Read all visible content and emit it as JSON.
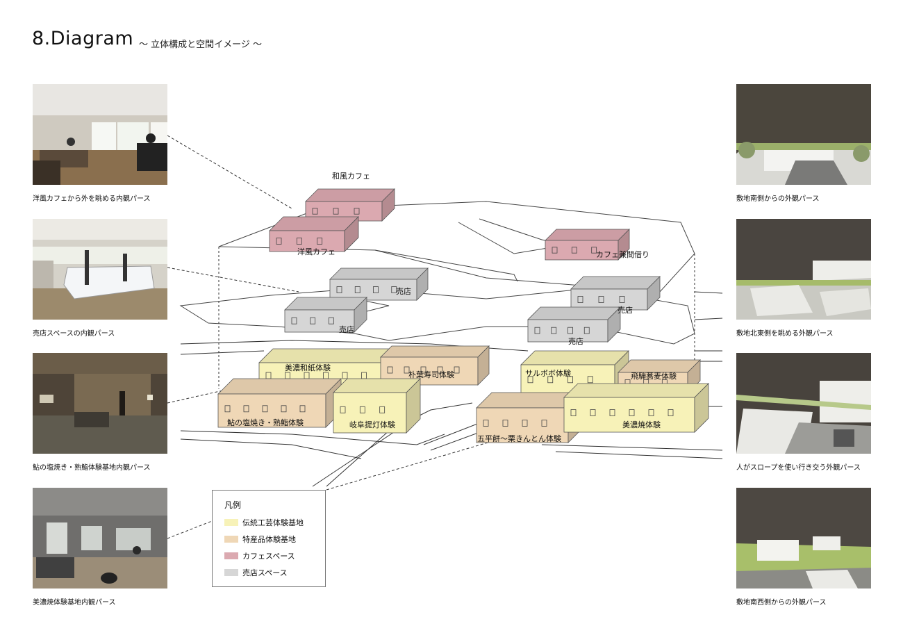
{
  "header": {
    "title": "8.Diagram",
    "subtitle": "～ 立体構成と空間イメージ ～"
  },
  "left_photos": [
    {
      "caption": "洋風カフェから外を眺める内観パース"
    },
    {
      "caption": "売店スペースの内観パース"
    },
    {
      "caption": "鮎の塩焼き・熟鮨体験基地内観パース"
    },
    {
      "caption": "美濃焼体験基地内観パース"
    }
  ],
  "right_photos": [
    {
      "caption": "敷地南側からの外観パース"
    },
    {
      "caption": "敷地北東側を眺める外観パース"
    },
    {
      "caption": "人がスロープを使い行き交う外観パース"
    },
    {
      "caption": "敷地南西側からの外観パース"
    }
  ],
  "buildings": {
    "wafu_cafe": "和風カフェ",
    "yofu_cafe": "洋風カフェ",
    "cafe_kenma": "カフェ兼間借り",
    "baiten_1": "売店",
    "baiten_2": "売店",
    "baiten_3": "売店",
    "baiten_4": "売店",
    "mino_washi": "美濃和紙体験",
    "hoba_sushi": "朴葉寿司体験",
    "sarubobo": "サルボボ体験",
    "hida_soba": "飛騨蕎麦体験",
    "ayu": "鮎の塩焼き・熟鮨体験",
    "gifu_chochin": "岐阜提灯体験",
    "gohei": "五平餅～栗きんとん体験",
    "minoyaki": "美濃焼体験"
  },
  "legend": {
    "title": "凡例",
    "items": [
      {
        "label": "伝統工芸体験基地",
        "color": "#f7f2b8"
      },
      {
        "label": "特産品体験基地",
        "color": "#efd7b6"
      },
      {
        "label": "カフェスペース",
        "color": "#dba9b0"
      },
      {
        "label": "売店スペース",
        "color": "#d6d6d6"
      }
    ]
  },
  "colors": {
    "craft": "#f7f2b8",
    "specialty": "#efd7b6",
    "cafe": "#dba9b0",
    "shop": "#d6d6d6"
  }
}
